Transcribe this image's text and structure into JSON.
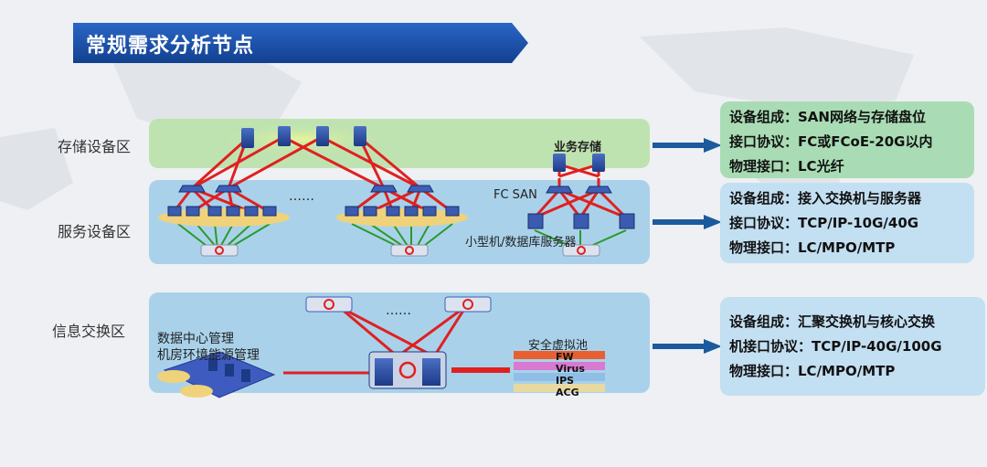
{
  "title": "常规需求分析节点",
  "zones": {
    "storage": "存储设备区",
    "service": "服务设备区",
    "exchange": "信息交换区"
  },
  "diagram_labels": {
    "business_storage": "业务存储",
    "fc_san": "FC SAN",
    "minicomputer": "小型机/数据库服务器",
    "dots_service": "……",
    "dots_exchange": "……",
    "dc_mgmt_line1": "数据中心管理",
    "dc_mgmt_line2": "机房环境能源管理",
    "security_pool": "安全虚拟池",
    "fw": "FW",
    "virus": "Virus",
    "ips": "IPS",
    "acg": "ACG"
  },
  "info_boxes": {
    "storage": [
      "设备组成：SAN网络与存储盘位",
      "接口协议：FC或FCoE-20G以内",
      "物理接口：LC光纤"
    ],
    "service": [
      "设备组成：接入交换机与服务器",
      "接口协议：TCP/IP-10G/40G",
      "物理接口：LC/MPO/MTP"
    ],
    "exchange": [
      "设备组成：汇聚交换机与核心交换",
      "机接口协议：TCP/IP-40G/100G",
      "物理接口：LC/MPO/MTP"
    ]
  },
  "colors": {
    "banner": "#1a4fa8",
    "storage_band": "#b8e0a8",
    "service_band": "#a9d2ea",
    "exchange_band": "#a9d2ea",
    "storage_box": "#a9dcb4",
    "service_box": "#c3dff2",
    "exchange_box": "#c3dff2",
    "link_red": "#e02020",
    "link_green": "#2a9a2a",
    "arrow": "#1c5a9e"
  }
}
